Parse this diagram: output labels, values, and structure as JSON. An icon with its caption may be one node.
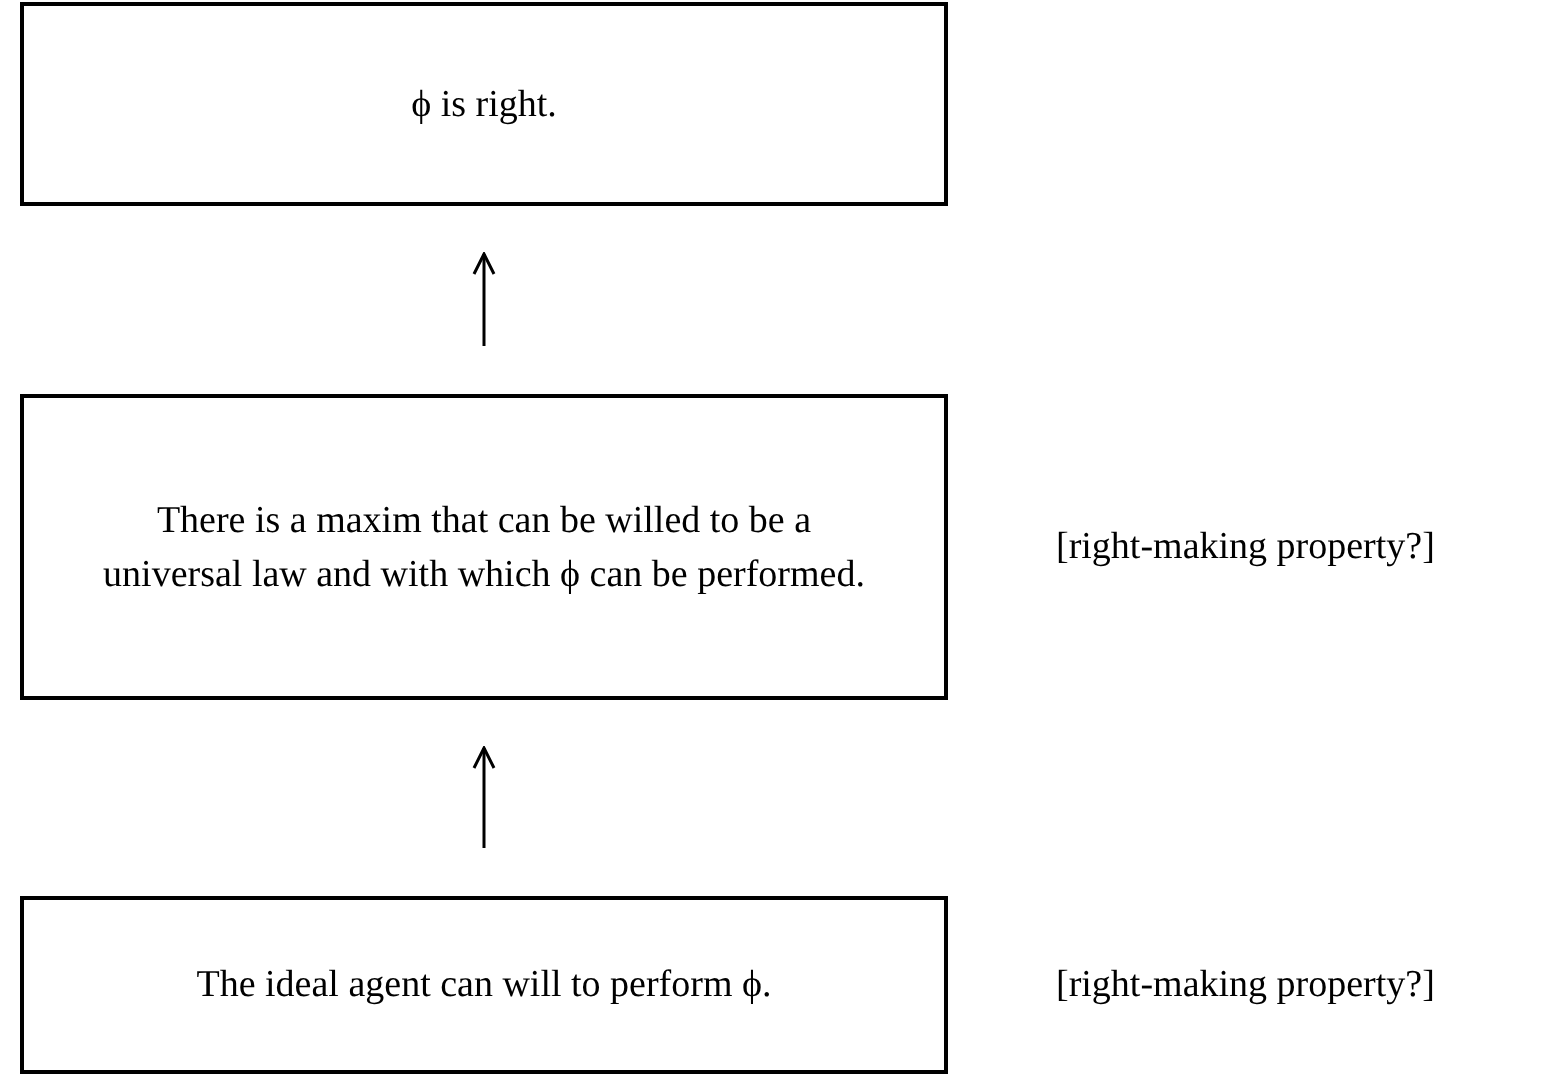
{
  "diagram": {
    "nodes": [
      {
        "text": [
          "ϕ is right."
        ]
      },
      {
        "text": [
          "There is a maxim that can be willed to be a universal law and with which ϕ can be performed."
        ],
        "beside": [
          "[right-making property?]"
        ]
      },
      {
        "text": [
          "The ideal agent can will to perform ϕ."
        ],
        "beside": [
          "[right-making property?]"
        ]
      }
    ],
    "edges": [
      {
        "from": 1,
        "to": 0,
        "arrow": "to"
      },
      {
        "from": 2,
        "to": 1,
        "arrow": "to"
      }
    ]
  }
}
